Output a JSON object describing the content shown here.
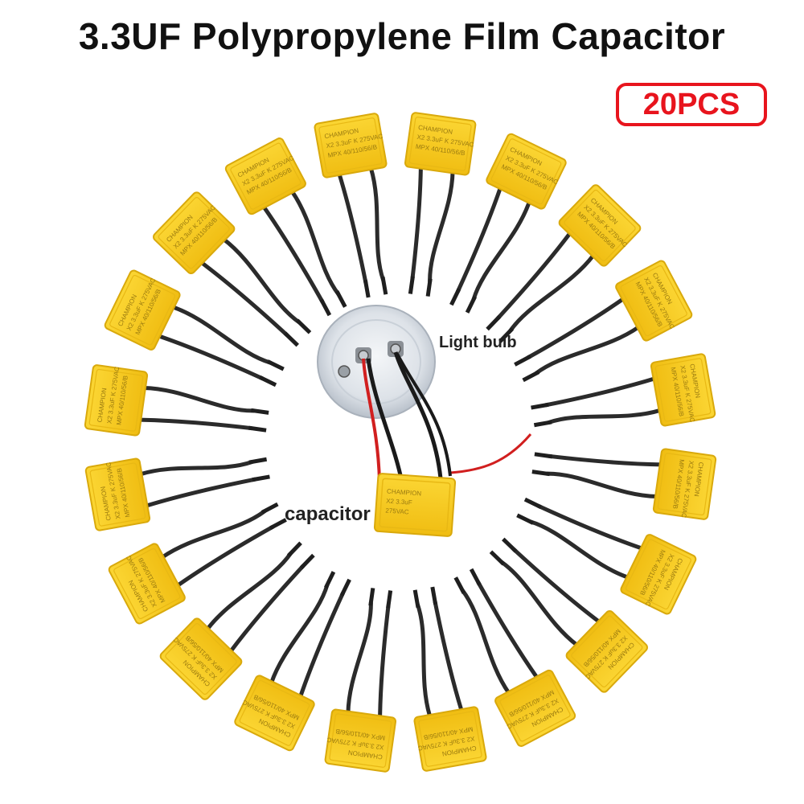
{
  "header": {
    "title": "3.3UF Polypropylene Film Capacitor",
    "quantity_badge": "20PCS"
  },
  "labels": {
    "light_bulb": "Light bulb",
    "capacitor": "capacitor"
  },
  "capacitor_marking": {
    "brand": "CHAMPION",
    "spec": "X2 3.3uF K 275VAC",
    "code": "MPX 40/110/56/B"
  },
  "ring": {
    "capacitor_count": 20
  },
  "colors": {
    "capacitor_body": "#f5c518",
    "capacitor_edge": "#d9a90c",
    "lead_wire": "#2b2b2b",
    "badge_red": "#e8141d",
    "wire_red": "#d11f1f"
  }
}
